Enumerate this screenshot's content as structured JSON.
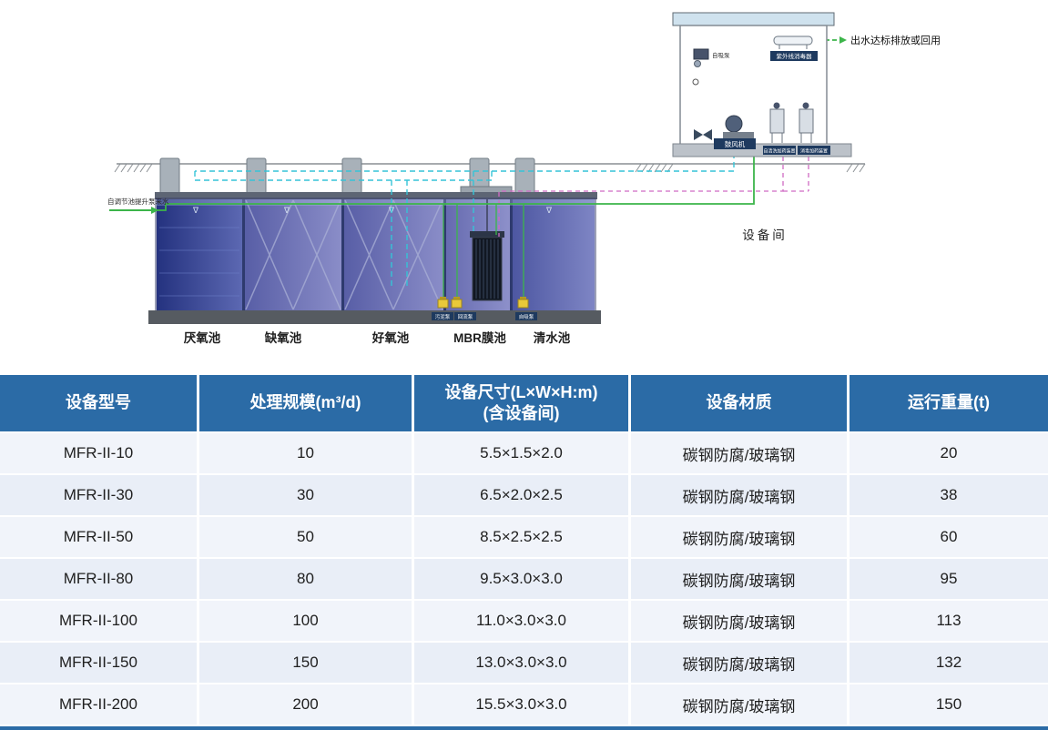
{
  "diagram": {
    "inflow_label": "自调节池提升泵来水",
    "outflow_label": "出水达标排放或回用",
    "room_label": "设备间",
    "equipment": {
      "pump": "自吸泵",
      "uv": "紫外线消毒器",
      "blower": "鼓风机",
      "dosing_left": "自清洗加药装置",
      "dosing_right": "消毒加药装置",
      "sludge_pump": "污泥泵",
      "return_pump": "回流泵",
      "suction_pump": "自吸泵"
    },
    "tanks": [
      "厌氧池",
      "缺氧池",
      "好氧池",
      "MBR膜池",
      "清水池"
    ]
  },
  "table": {
    "headers": [
      {
        "label": "设备型号"
      },
      {
        "label": "处理规模(m³/d)"
      },
      {
        "label": "设备尺寸(L×W×H:m)",
        "sublabel": "(含设备间)"
      },
      {
        "label": "设备材质"
      },
      {
        "label": "运行重量(t)"
      }
    ],
    "rows": [
      {
        "model": "MFR-II-10",
        "scale": "10",
        "size": "5.5×1.5×2.0",
        "material": "碳钢防腐/玻璃钢",
        "weight": "20"
      },
      {
        "model": "MFR-II-30",
        "scale": "30",
        "size": "6.5×2.0×2.5",
        "material": "碳钢防腐/玻璃钢",
        "weight": "38"
      },
      {
        "model": "MFR-II-50",
        "scale": "50",
        "size": "8.5×2.5×2.5",
        "material": "碳钢防腐/玻璃钢",
        "weight": "60"
      },
      {
        "model": "MFR-II-80",
        "scale": "80",
        "size": "9.5×3.0×3.0",
        "material": "碳钢防腐/玻璃钢",
        "weight": "95"
      },
      {
        "model": "MFR-II-100",
        "scale": "100",
        "size": "11.0×3.0×3.0",
        "material": "碳钢防腐/玻璃钢",
        "weight": "113"
      },
      {
        "model": "MFR-II-150",
        "scale": "150",
        "size": "13.0×3.0×3.0",
        "material": "碳钢防腐/玻璃钢",
        "weight": "132"
      },
      {
        "model": "MFR-II-200",
        "scale": "200",
        "size": "15.5×3.0×3.0",
        "material": "碳钢防腐/玻璃钢",
        "weight": "150"
      }
    ]
  },
  "colors": {
    "header_bg": "#2b6ba6",
    "row_odd": "#f1f4fa",
    "row_even": "#e9eef7",
    "pipe_water": "#3cb54a",
    "pipe_air": "#35c4d7",
    "pipe_dosing": "#cf6ac4"
  }
}
